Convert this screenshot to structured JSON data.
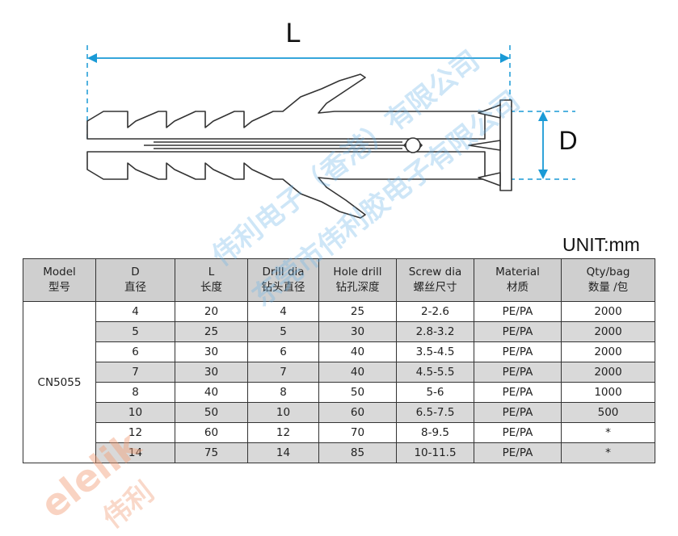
{
  "diagram": {
    "length_label": "L",
    "diameter_label": "D"
  },
  "unit_label": "UNIT:mm",
  "table": {
    "headers": [
      {
        "en": "Model",
        "cn": "型号"
      },
      {
        "en": "D",
        "cn": "直径"
      },
      {
        "en": "L",
        "cn": "长度"
      },
      {
        "en": "Drill dia",
        "cn": "钻头直径"
      },
      {
        "en": "Hole drill",
        "cn": "钻孔深度"
      },
      {
        "en": "Screw dia",
        "cn": "螺丝尺寸"
      },
      {
        "en": "Material",
        "cn": "材质"
      },
      {
        "en": "Qty/bag",
        "cn": "数量 /包"
      }
    ],
    "model": "CN5055",
    "rows": [
      [
        "4",
        "20",
        "4",
        "25",
        "2-2.6",
        "PE/PA",
        "2000"
      ],
      [
        "5",
        "25",
        "5",
        "30",
        "2.8-3.2",
        "PE/PA",
        "2000"
      ],
      [
        "6",
        "30",
        "6",
        "40",
        "3.5-4.5",
        "PE/PA",
        "2000"
      ],
      [
        "7",
        "30",
        "7",
        "40",
        "4.5-5.5",
        "PE/PA",
        "2000"
      ],
      [
        "8",
        "40",
        "8",
        "50",
        "5-6",
        "PE/PA",
        "1000"
      ],
      [
        "10",
        "50",
        "10",
        "60",
        "6.5-7.5",
        "PE/PA",
        "500"
      ],
      [
        "12",
        "60",
        "12",
        "70",
        "8-9.5",
        "PE/PA",
        "*"
      ],
      [
        "14",
        "75",
        "14",
        "85",
        "10-11.5",
        "PE/PA",
        "*"
      ]
    ]
  },
  "watermarks": {
    "brand": "elelik",
    "company_line1": "伟利电子（香港）有限公司",
    "company_line2": "东莞市伟利胶电子有限公司",
    "brand_cn": "伟利"
  },
  "colors": {
    "dimension": "#1a9ad6",
    "header_bg": "#cfcfcf",
    "row_shade": "#d9d9d9",
    "watermark_blue": "#6ab4e8",
    "watermark_red": "#f2a07a"
  }
}
